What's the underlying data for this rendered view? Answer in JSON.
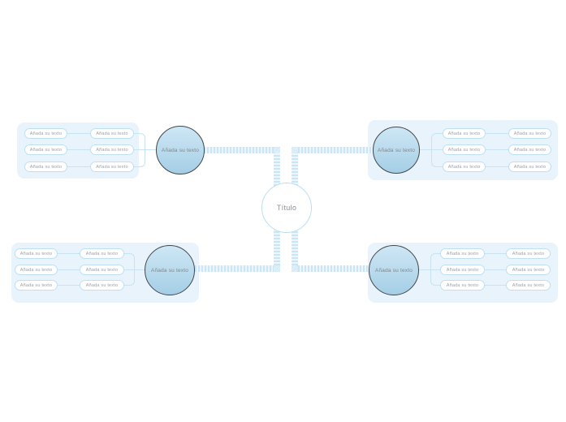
{
  "center": {
    "label": "Título"
  },
  "branches": [
    {
      "name": "top-left",
      "label": "Añada su texto",
      "rows": [
        {
          "outer": "Añada su texto",
          "inner": "Añada su texto"
        },
        {
          "outer": "Añada su texto",
          "inner": "Añada su texto"
        },
        {
          "outer": "Añada su texto",
          "inner": "Añada su texto"
        }
      ]
    },
    {
      "name": "top-right",
      "label": "Añada su texto",
      "rows": [
        {
          "inner": "Añada su texto",
          "outer": "Añada su texto"
        },
        {
          "inner": "Añada su texto",
          "outer": "Añada su texto"
        },
        {
          "inner": "Añada su texto",
          "outer": "Añada su texto"
        }
      ]
    },
    {
      "name": "bottom-left",
      "label": "Añada su texto",
      "rows": [
        {
          "outer": "Añada su texto",
          "inner": "Añada su texto"
        },
        {
          "outer": "Añada su texto",
          "inner": "Añada su texto"
        },
        {
          "outer": "Añada su texto",
          "inner": "Añada su texto"
        }
      ]
    },
    {
      "name": "bottom-right",
      "label": "Añada su texto",
      "rows": [
        {
          "inner": "Añada su texto",
          "outer": "Añada su texto"
        },
        {
          "inner": "Añada su texto",
          "outer": "Añada su texto"
        },
        {
          "inner": "Añada su texto",
          "outer": "Añada su texto"
        }
      ]
    }
  ],
  "colors": {
    "panel_bg": "#e9f3fb",
    "pill_border": "#bfe0f3",
    "pill_text": "#9aa1a8",
    "connector_line": "#c6e3f4",
    "node_fill_top": "#cde7f5",
    "node_fill_bottom": "#a4cee6",
    "node_border": "#43474b",
    "node_text": "#7d858c",
    "center_border": "#badef2",
    "center_text": "#8a9097",
    "ribbon_stripe_dark": "#cae5f5",
    "ribbon_stripe_light": "#edf6fc"
  }
}
